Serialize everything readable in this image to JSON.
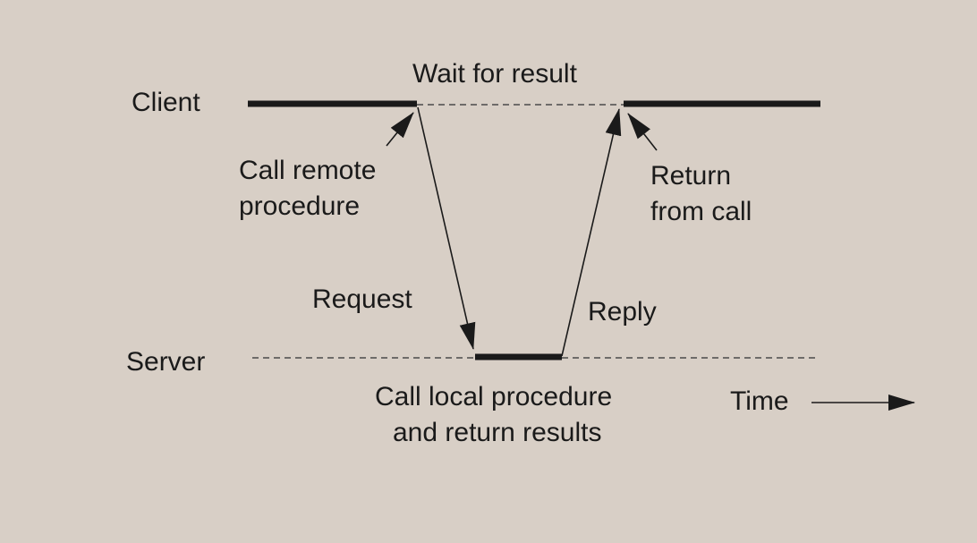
{
  "colors": {
    "background": "#d8cfc6",
    "ink": "#1a1a1a"
  },
  "diagram": {
    "lanes": {
      "client": "Client",
      "server": "Server"
    },
    "labels": {
      "wait_for_result": "Wait for result",
      "call_remote_line1": "Call remote",
      "call_remote_line2": "procedure",
      "return_line1": "Return",
      "return_line2": "from call",
      "request": "Request",
      "reply": "Reply",
      "call_local_line1": "Call local procedure",
      "call_local_line2": "and return results",
      "time": "Time"
    }
  }
}
